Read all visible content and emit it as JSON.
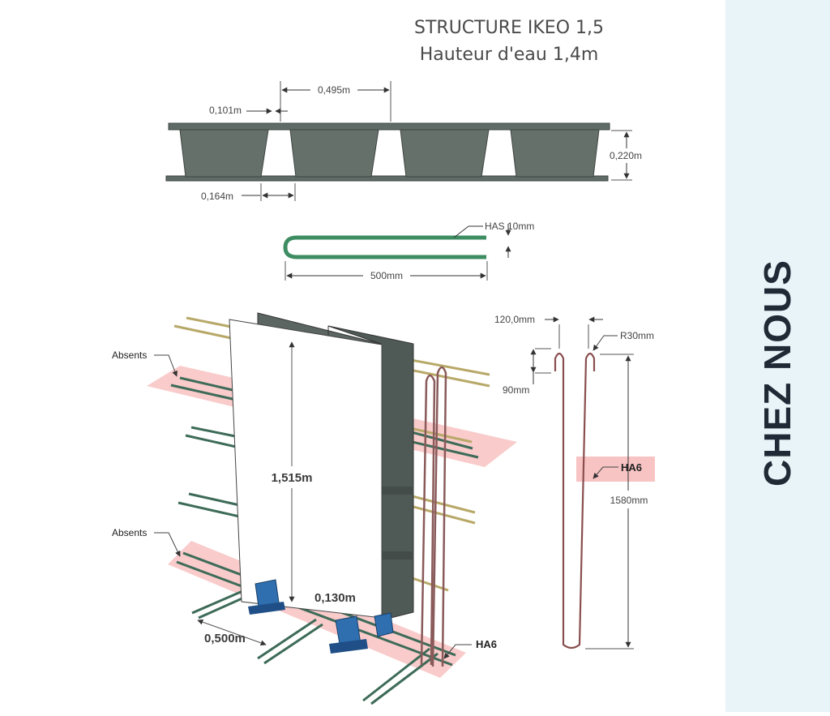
{
  "header": {
    "title_line1": "STRUCTURE IKEO 1,5",
    "title_line2": "Hauteur d'eau 1,4m"
  },
  "profile_view": {
    "dim_spacing": "0,495m",
    "dim_web": "0,101m",
    "dim_height": "0,220m",
    "dim_gap": "0,164m"
  },
  "hairpin": {
    "label_bar": "HAS 10mm",
    "label_length": "500mm"
  },
  "iso_view": {
    "absents_top": "Absents",
    "absents_bottom": "Absents",
    "dim_panel_height": "1,515m",
    "dim_offset": "0,130m",
    "dim_spacing": "0,500m",
    "label_bar": "HA6"
  },
  "stirrup": {
    "dim_width": "120,0mm",
    "dim_radius": "R30mm",
    "dim_hook": "90mm",
    "label_bar": "HA6",
    "dim_length": "1580mm"
  },
  "side_panel": {
    "label": "CHEZ NOUS"
  },
  "colors": {
    "highlight": "#f7b9b9",
    "panel_gray": "#5f6b66",
    "rebar_green": "#3d8c62",
    "rebar_gold": "#b8a868",
    "stirrup": "#8a5a5a",
    "connector_blue": "#2f6fb0",
    "side_panel_bg": "#e8f4f8",
    "side_text": "#1f2a36"
  }
}
